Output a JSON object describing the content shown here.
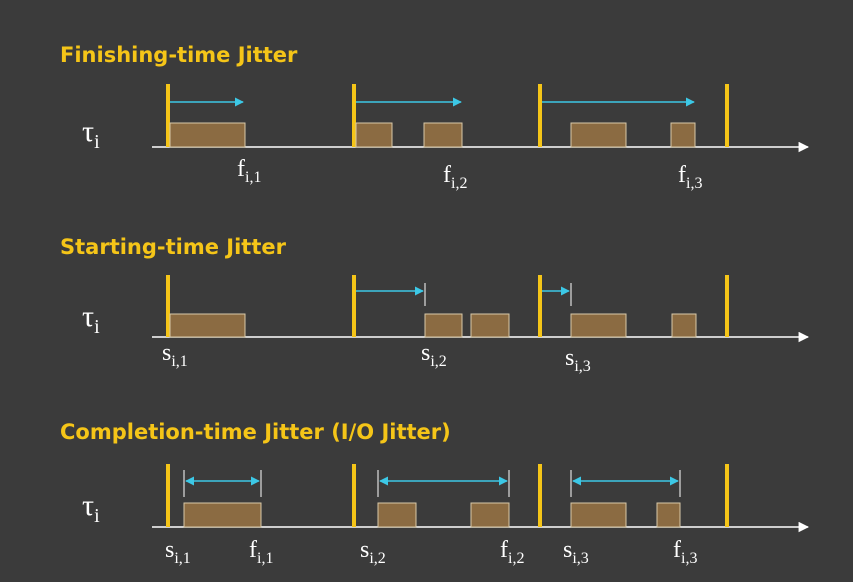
{
  "colors": {
    "background": "#3b3b3b",
    "title": "#f5c518",
    "deadline": "#f5c518",
    "job": "#8b6b42",
    "job_border": "#d8c9a8",
    "arrow": "#3cc8e6",
    "axis": "#ffffff",
    "text": "#ffffff"
  },
  "panels": [
    {
      "title": "Finishing-time Jitter",
      "task_label": "τ",
      "task_sub": "i",
      "labels": [
        {
          "base": "f",
          "sub": "i,1"
        },
        {
          "base": "f",
          "sub": "i,2"
        },
        {
          "base": "f",
          "sub": "i,3"
        }
      ]
    },
    {
      "title": "Starting-time Jitter",
      "task_label": "τ",
      "task_sub": "i",
      "labels": [
        {
          "base": "s",
          "sub": "i,1"
        },
        {
          "base": "s",
          "sub": "i,2"
        },
        {
          "base": "s",
          "sub": "i,3"
        }
      ]
    },
    {
      "title": "Completion-time Jitter (I/O Jitter)",
      "task_label": "τ",
      "task_sub": "i",
      "labels": [
        {
          "base": "s",
          "sub": "i,1"
        },
        {
          "base": "f",
          "sub": "i,1"
        },
        {
          "base": "s",
          "sub": "i,2"
        },
        {
          "base": "f",
          "sub": "i,2"
        },
        {
          "base": "s",
          "sub": "i,3"
        },
        {
          "base": "f",
          "sub": "i,3"
        }
      ]
    }
  ]
}
